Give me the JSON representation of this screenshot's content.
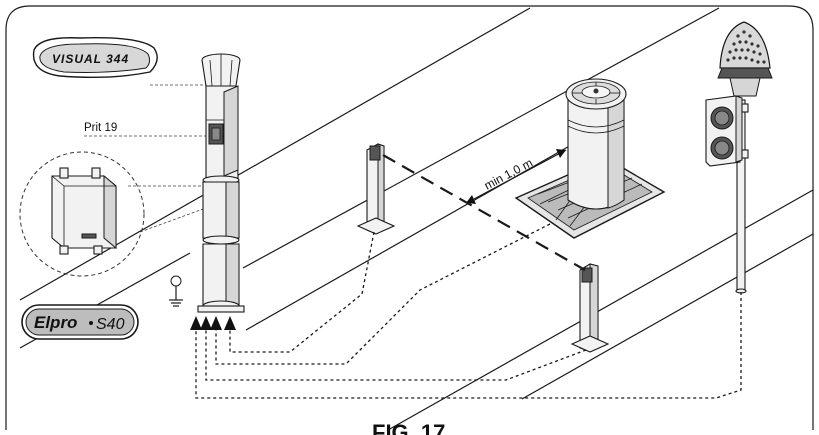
{
  "labels": {
    "flasher_logo": "VISUAL 344",
    "photocell_label": "Prit 19",
    "distance_label": "min 1,0 m",
    "control_logo_brand": "Elpro",
    "control_logo_model": "S40",
    "figure_caption": "FIG. 17"
  },
  "colors": {
    "line": "#1a1a1a",
    "background": "#ffffff",
    "metal": "#f2f2f2",
    "shade": "#d6d6d6"
  },
  "icons": [
    "ground-symbol-icon",
    "arrow-up-icon"
  ]
}
